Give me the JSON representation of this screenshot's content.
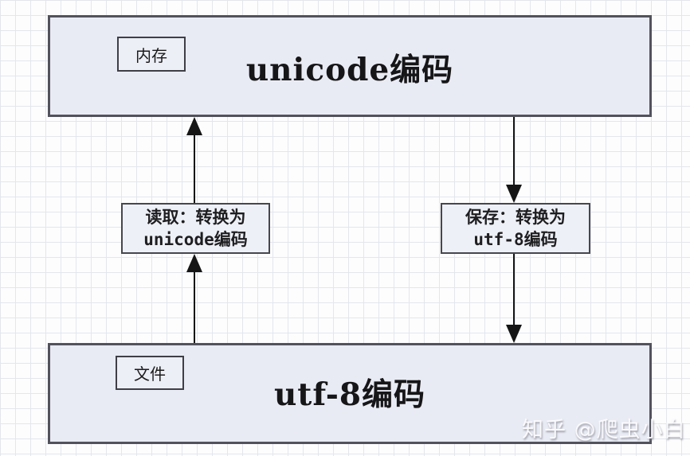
{
  "diagram": {
    "memory_box": {
      "tag": "内存",
      "title": "unicode编码"
    },
    "file_box": {
      "tag": "文件",
      "title": "utf-8编码"
    },
    "read_label": {
      "line1": "读取：转换为",
      "line2": "unicode编码"
    },
    "save_label": {
      "line1": "保存：转换为",
      "line2": "utf-8编码"
    },
    "arrows": [
      {
        "name": "read-arrow",
        "direction": "up",
        "from": "file_box",
        "to": "memory_box"
      },
      {
        "name": "save-arrow",
        "direction": "down",
        "from": "memory_box",
        "to": "file_box"
      }
    ]
  },
  "watermark": "知乎 @爬虫小白",
  "colors": {
    "box_fill": "#e9ebf4",
    "box_border": "#52525c",
    "label_fill": "#eef0f7",
    "grid_line": "#e4e6ec",
    "arrow": "#151515",
    "text": "#1a1a1a",
    "watermark_shadow": "#80828e"
  }
}
